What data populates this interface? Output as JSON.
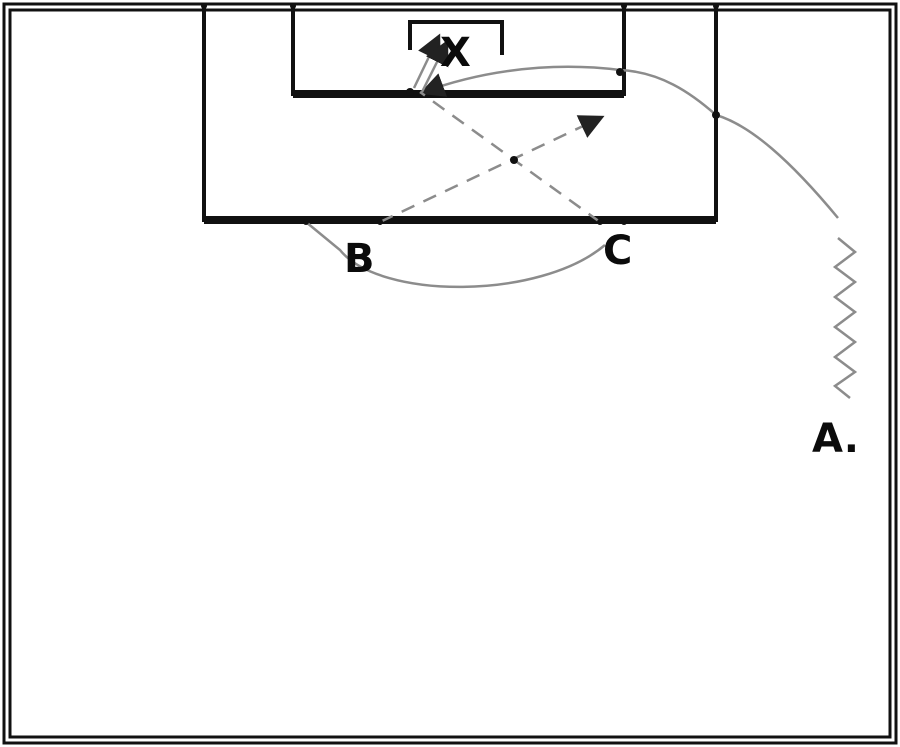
{
  "diagram": {
    "players": [
      {
        "id": "x",
        "label": "X"
      },
      {
        "id": "b",
        "label": "B"
      },
      {
        "id": "c",
        "label": "C"
      },
      {
        "id": "a",
        "label": "A."
      }
    ]
  }
}
